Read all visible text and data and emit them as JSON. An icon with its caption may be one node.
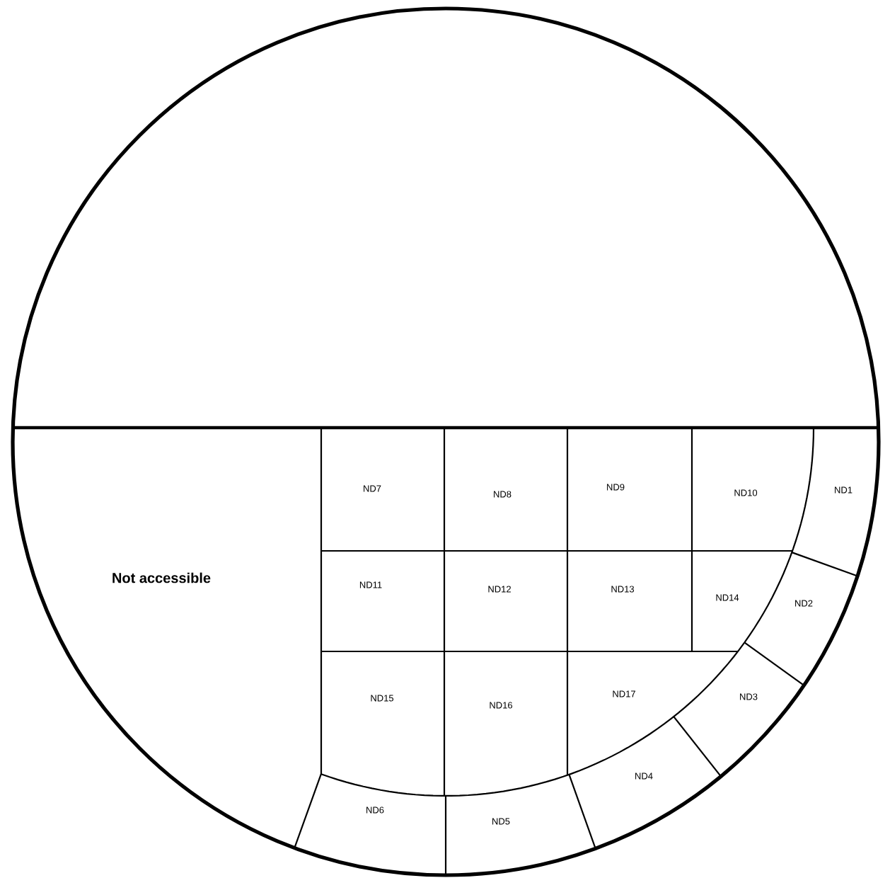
{
  "diagram": {
    "labels": [
      "Not accessible",
      "ND7",
      "ND8",
      "ND9",
      "ND10",
      "ND1",
      "ND11",
      "ND12",
      "ND13",
      "ND14",
      "ND2",
      "ND15",
      "ND16",
      "ND17",
      "ND3",
      "ND4",
      "ND6",
      "ND5"
    ]
  }
}
